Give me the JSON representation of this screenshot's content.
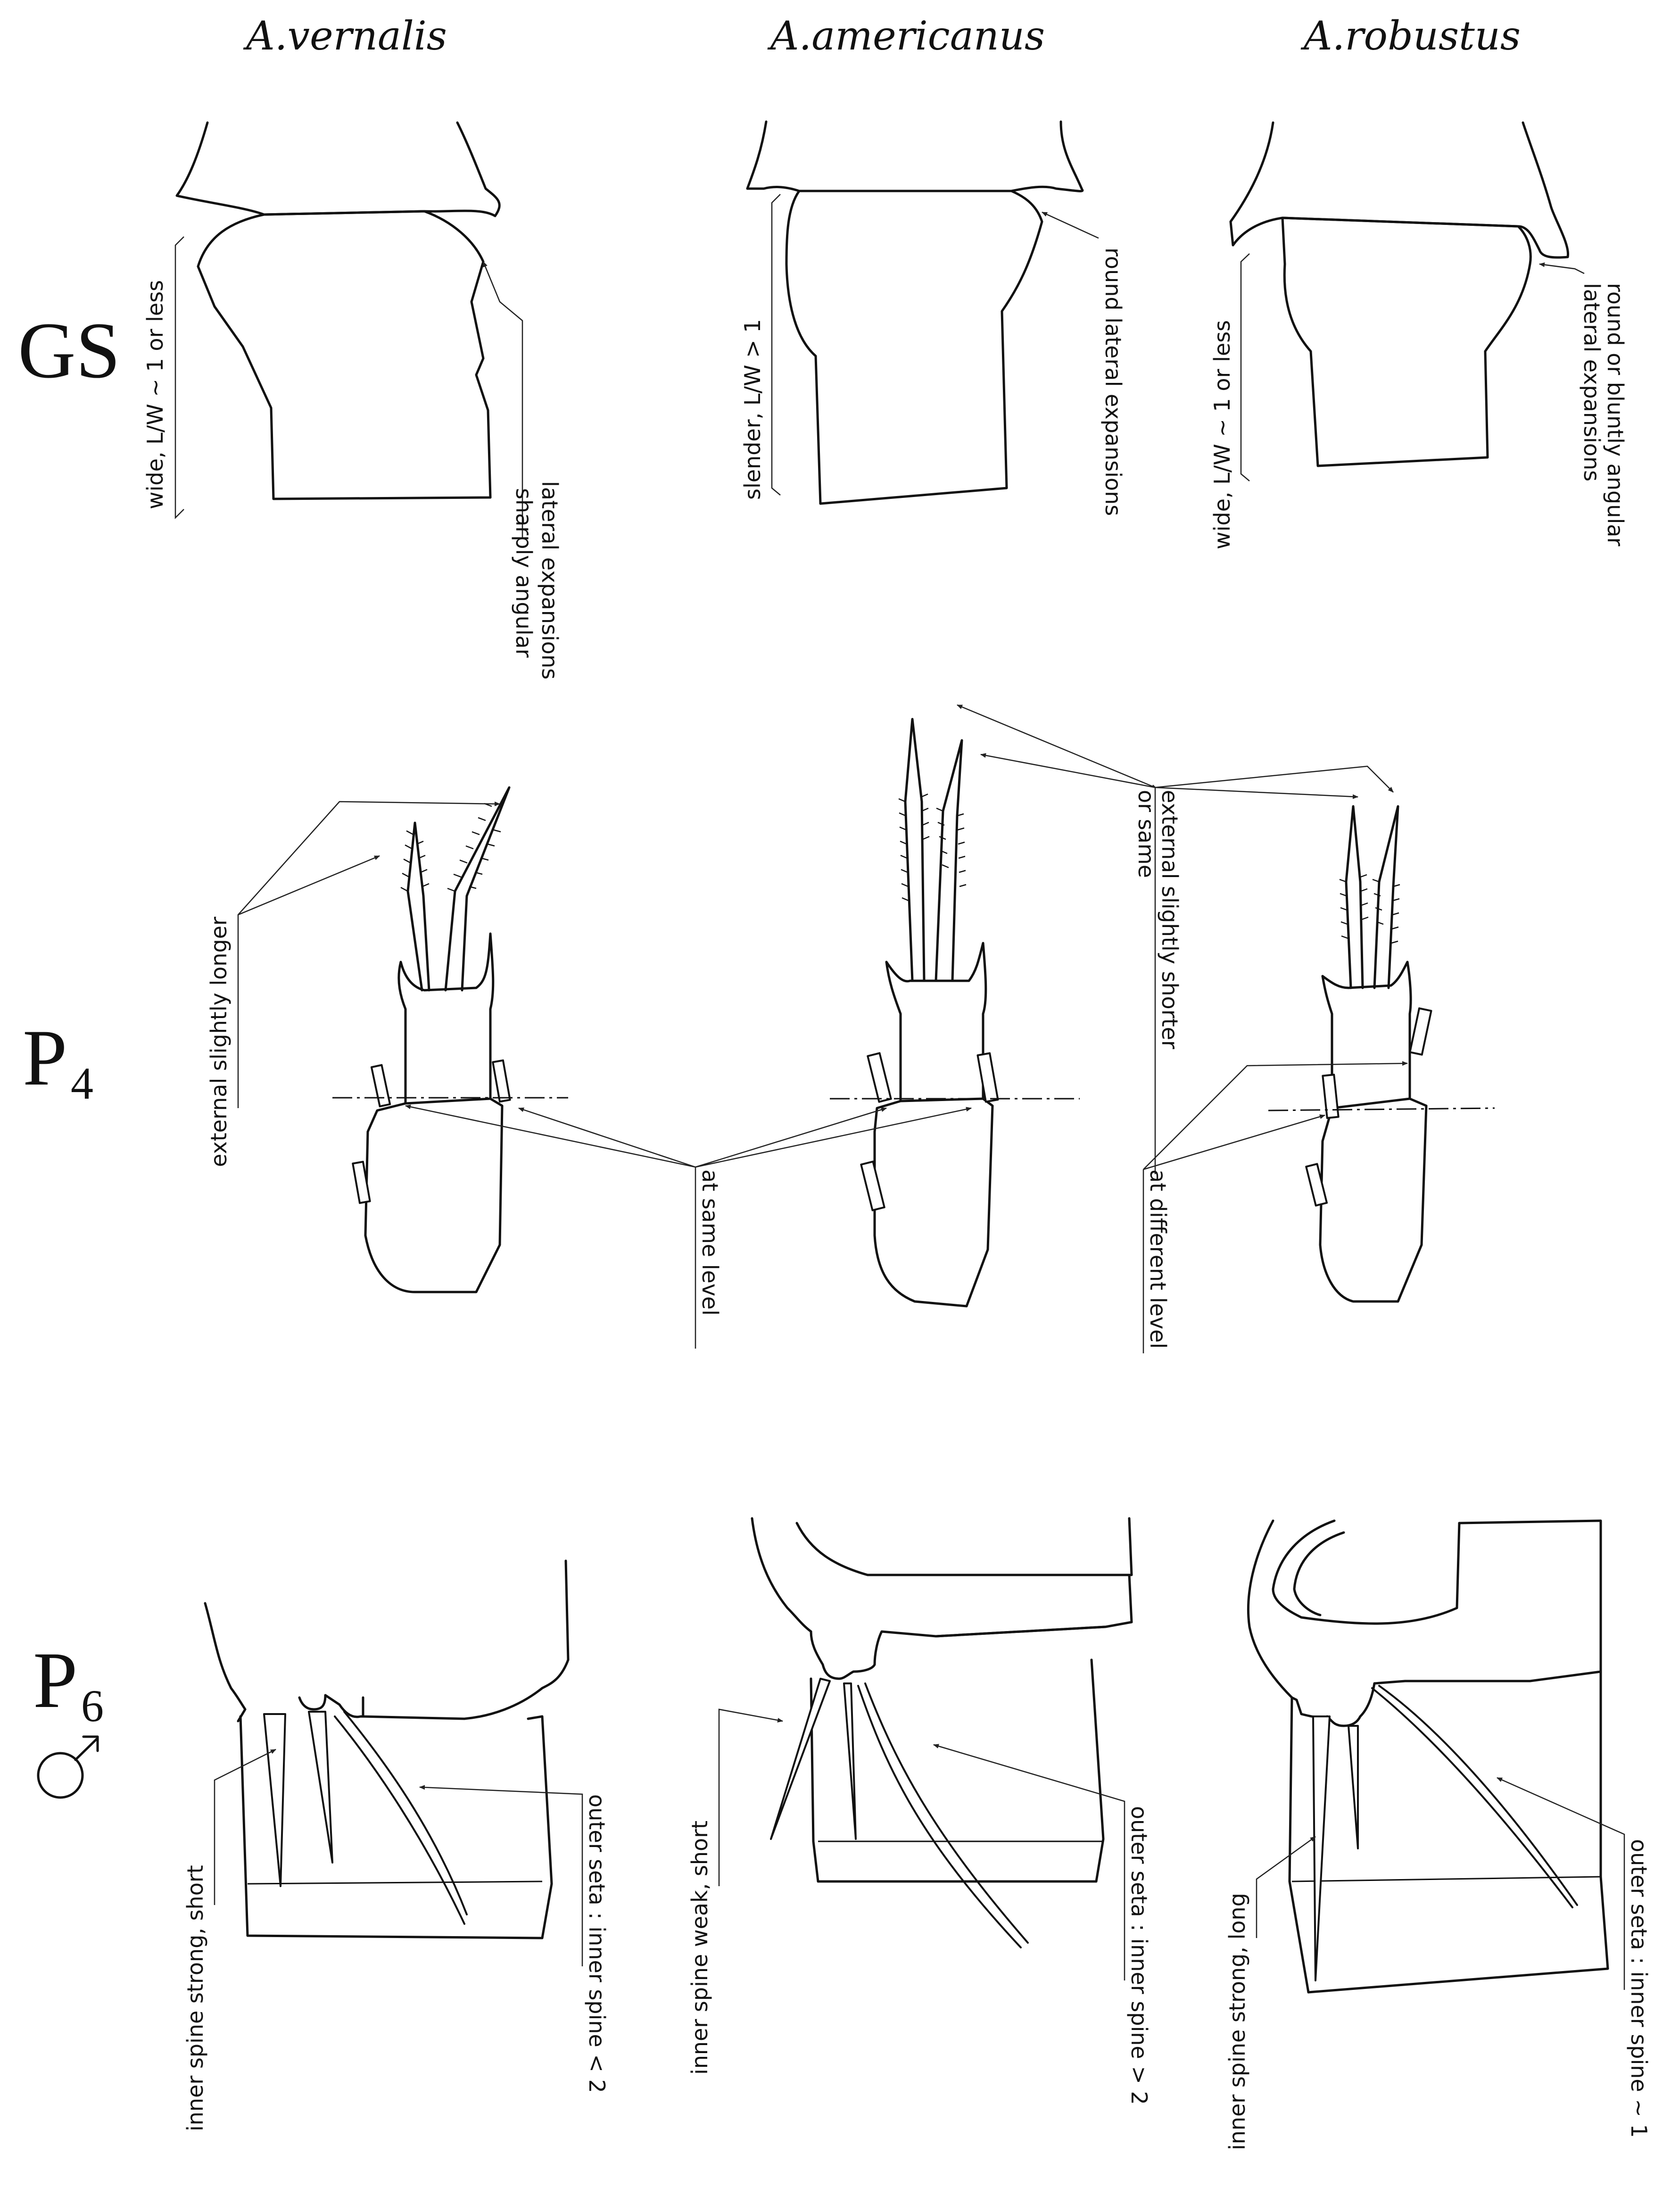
{
  "species": [
    "A.vernalis",
    "A.americanus",
    "A.robustus"
  ],
  "rows": {
    "gs": "GS",
    "p4": {
      "base": "P",
      "sub": "4"
    },
    "p6": {
      "base": "P",
      "sub": "6",
      "symbol": "♂"
    }
  },
  "annotations": {
    "gs_vernalis_shape": "wide, L/W ~ 1 or less",
    "gs_vernalis_lateral_1": "sharply angular",
    "gs_vernalis_lateral_2": "lateral expansions",
    "gs_americanus_shape": "slender, L/W > 1",
    "gs_americanus_lateral": "round lateral expansions",
    "gs_robustus_shape": "wide, L/W ~ 1 or less",
    "gs_robustus_lateral_1": "round or bluntly angular",
    "gs_robustus_lateral_2": "lateral expansions",
    "p4_vernalis_spines": "external slightly longer",
    "p4_spines_shorter_1": "external slightly shorter",
    "p4_spines_shorter_2": "or same",
    "p4_same_level": "at same level",
    "p4_different_level": "at different level",
    "p6_vernalis_inner": "inner spine strong, short",
    "p6_vernalis_ratio": "outer seta : inner spine < 2",
    "p6_americanus_inner": "inner spine weak, short",
    "p6_americanus_ratio": "outer seta : inner spine > 2",
    "p6_robustus_inner": "inner spine strong, long",
    "p6_robustus_ratio": "outer seta : inner spine ~ 1"
  }
}
